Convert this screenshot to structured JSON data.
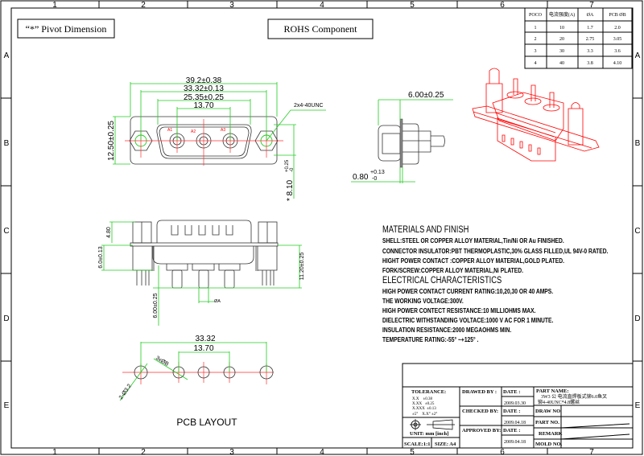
{
  "grid": {
    "columns": [
      "1",
      "2",
      "3",
      "4",
      "5",
      "6",
      "7"
    ],
    "rows": [
      "A",
      "B",
      "C",
      "D",
      "E"
    ]
  },
  "labels": {
    "pivot_dimension": "“*” Pivot Dimension",
    "rohs": "ROHS Component",
    "pcb_layout": "PCB LAYOUT"
  },
  "front_view": {
    "overall_width": "39.2±0.38",
    "mount_pitch": "33.32±0.13",
    "shell_width": "25.35±0.25",
    "contact_pitch": "13.70",
    "thread": "2x4-40UNC",
    "height": "12.50±0.25",
    "pivot_dim": "* 8.10",
    "pivot_tol_plus": "+0.25",
    "pivot_tol_minus": "-0",
    "contact_labels": [
      "A1",
      "A2",
      "A3"
    ]
  },
  "side_view": {
    "nut_height": "4.80",
    "board_height": "6.0±0.13",
    "total_height": "11.20±0.25",
    "pin_length": "6.00±0.25",
    "pin_dia": "ØA"
  },
  "end_view": {
    "depth": "6.00±0.25",
    "flange": "0.80",
    "flange_tol_plus": "+0.13",
    "flange_tol_minus": "-0"
  },
  "pcb_layout": {
    "mount_pitch": "33.32",
    "contact_pitch": "13.70",
    "contact_holes": "3xØB",
    "mount_holes": "2-Ø3.2"
  },
  "spec_table": {
    "headers": [
      "POCO",
      "电流强度(A)",
      "ØA",
      "PCB ØB"
    ],
    "rows": [
      [
        "1",
        "10",
        "1.7",
        "2.0"
      ],
      [
        "2",
        "20",
        "2.75",
        "3.05"
      ],
      [
        "3",
        "30",
        "3.3",
        "3.6"
      ],
      [
        "4",
        "40",
        "3.8",
        "4.10"
      ]
    ]
  },
  "notes": {
    "materials_heading": "MATERIALS AND  FINISH",
    "materials": [
      "SHELL:STEEL OR COPPER ALLOY MATERIAL,Tin/Ni OR Au FINISHED.",
      "CONNECTOR INSULATOR:PBT THERMOPLASTIC,30% GLASS FILLED,UL 94V-0 RATED.",
      "HIGHT POWER CONTACT :COPPER ALLOY MATERIAL,GOLD PLATED.",
      "FORK/SCREW:COPPER ALLOY MATERIAL,Ni PLATED."
    ],
    "electrical_heading": "ELECTRICAL CHARACTERISTICS",
    "electrical": [
      "HIGH POWER CONTACT CURRENT RATING:10,20,30 OR 40 AMPS.",
      "THE WORKING VOLTAGE:300V.",
      "HIGH POWER CONTECT RESISTANCE:10 MILLIOHMS MAX.",
      "DIELECTRIC WITHSTANDING VOLTACE:1000 V AC FOR 1 MINUTE.",
      "INSULATION RESISTANCE:2000 MEGAOHMS MIN.",
      "TEMPERATURE RATING:-55° ~+125° ."
    ]
  },
  "title_block": {
    "tolerance_label": "TOLERANCE:",
    "tolerances": [
      "X.X    ±0.38",
      "X.XX   ±0.25",
      "X.XXX  ±0.13",
      "±5°    X.X° ±2°"
    ],
    "unit": "UNIT: mm [inch]",
    "scale": "SCALE:1:1",
    "size": "SIZE: A4",
    "drawed_by": "DRAWED BY :",
    "checked_by": "CHECKED BY:",
    "approved_by": "APPROVED BY:",
    "date_label": "DATE :",
    "drawed_date": "2009.03.30",
    "checked_date": "2009.04.18",
    "approved_date": "2009.04.18",
    "part_name_label": "PART NAME:",
    "part_name_line1": "3W3 公 电流直焊板式铆6.0鱼叉",
    "part_name_line2": "铆4-40UNC*4.8螺丝",
    "draw_no": "DRAW NO.",
    "part_no": "PART NO.",
    "remark": "REMARK",
    "mold_no": "MOLD NO."
  },
  "colors": {
    "dimension": "#22cc22",
    "centerline": "#ff3030",
    "render": "#ff0000"
  }
}
